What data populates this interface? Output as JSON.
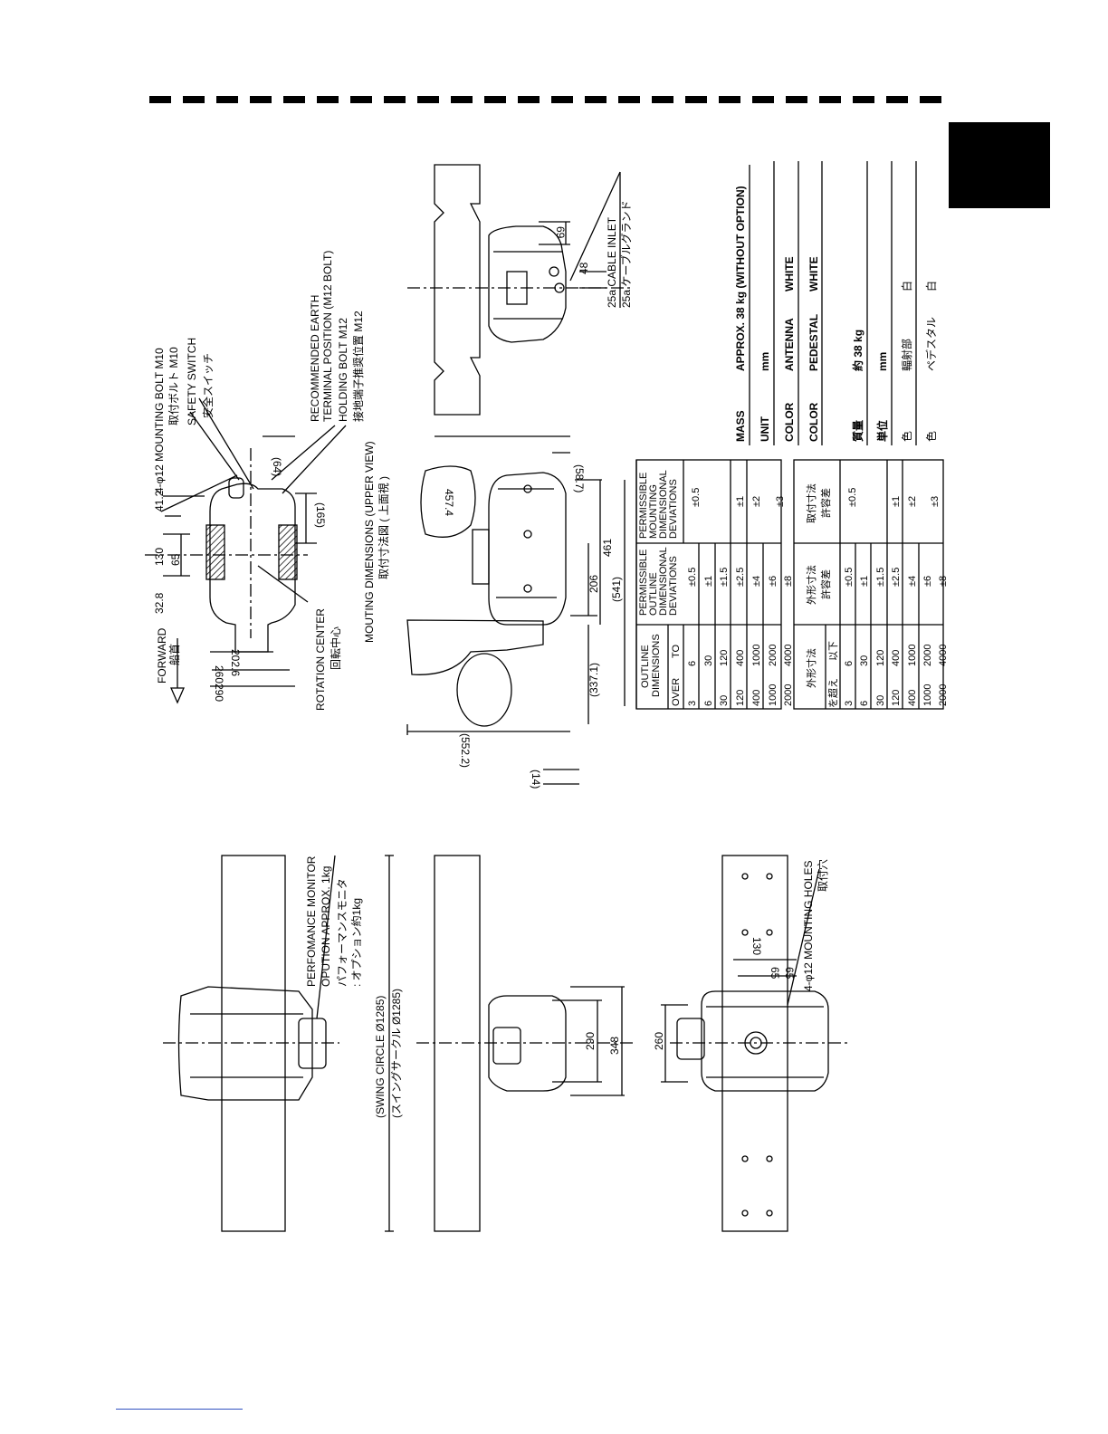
{
  "forward": {
    "en": "FORWARD",
    "jp": "船首"
  },
  "mounting_bolt": {
    "en": "4-φ12  MOUNTING BOLT M10",
    "jp": "取付ボルト M10"
  },
  "safety_switch": {
    "en": "SAFETY SWITCH",
    "jp": "安全スイッチ"
  },
  "earth_terminal": {
    "line1": "RECOMMENDED EARTH",
    "line2": "TERMINAL POSITION (M12 BOLT)",
    "line3": "HOLDING BOLT M12",
    "jp": "接地端子推奨位置 M12"
  },
  "rotation_center": {
    "en": "ROTATION CENTER",
    "jp": "回転中心"
  },
  "mounting_dimensions": {
    "en": "MOUTING DIMENSIONS (UPPER VIEW)",
    "jp": "取付寸法図 ( 上面視 )"
  },
  "cable_inlet": {
    "en": "25a CABLE INLET",
    "jp": "25a ケーブルグランド"
  },
  "performance_monitor": {
    "line1": "PERFOMANCE MONITOR",
    "line2": "OPUTION APPROX. 1kg",
    "jp1": "パフォーマンスモニタ",
    "jp2": ": オプション約1kg"
  },
  "swing_circle": {
    "en": "(SWING CIRCLE  Ø1285)",
    "jp": "(スイングサークル  Ø1285)"
  },
  "mounting_holes": {
    "en": "4-φ12  MOUNTING HOLES",
    "jp": "取付穴"
  },
  "dims_top": {
    "d328": "32.8",
    "d130": "130",
    "d412": "41.2",
    "d65": "65",
    "d64": "(64)",
    "d165": "(165)",
    "d2026": "202.6",
    "d260": "260",
    "d290": "290"
  },
  "dims_side": {
    "d4574": "457.4",
    "d587": "(58.7)",
    "d461": "461",
    "d541": "(541)",
    "d206": "206",
    "d3371": "(337.1)",
    "d5522": "(552.2)"
  },
  "dims_right": {
    "d69": "69",
    "d48": "48"
  },
  "dims_front": {
    "d14": "(14)",
    "d290": "290",
    "d348": "348"
  },
  "dims_bottom": {
    "d130": "130",
    "d65a": "65",
    "d65b": "65",
    "d260": "260"
  },
  "spec": {
    "mass_label": "MASS",
    "mass_value": "APPROX.  38 kg (WITHOUT OPTION)",
    "unit_label": "UNIT",
    "unit_value": "mm",
    "color_label": "COLOR",
    "antenna": "ANTENNA",
    "antenna_color": "WHITE",
    "pedestal": "PEDESTAL",
    "pedestal_color": "WHITE",
    "jp_mass_label": "質量",
    "jp_mass_value": "約  38  kg",
    "jp_unit_label": "単位",
    "jp_unit_value": "mm",
    "jp_color_label": "色",
    "jp_antenna": "輻射部",
    "jp_antenna_color": "白",
    "jp_pedestal": "ペデスタル",
    "jp_pedestal_color": "白"
  },
  "table_en": {
    "h_outline": [
      "OUTLINE",
      "DIMENSIONS"
    ],
    "h_over": "OVER",
    "h_to": "TO",
    "h_perm_outline": [
      "PERMISSIBLE",
      "OUTLINE",
      "DIMENSIONAL",
      "DEVIATIONS"
    ],
    "h_perm_mount": [
      "PERMISSIBLE",
      "MOUNTING",
      "DIMENSIONAL",
      "DEVIATIONS"
    ],
    "rows": [
      [
        "3",
        "6",
        "±0.5"
      ],
      [
        "6",
        "30",
        "±1"
      ],
      [
        "30",
        "120",
        "±1.5"
      ],
      [
        "120",
        "400",
        "±2.5"
      ],
      [
        "400",
        "1000",
        "±4"
      ],
      [
        "1000",
        "2000",
        "±6"
      ],
      [
        "2000",
        "4000",
        "±8"
      ]
    ],
    "mount": [
      "±0.5",
      "±1",
      "±2",
      "±3"
    ]
  },
  "table_jp": {
    "h_outline": "外形寸法",
    "h_over": "を超え",
    "h_to": "以下",
    "h_perm_outline": [
      "外形寸法",
      "許容差"
    ],
    "h_perm_mount": [
      "取付寸法",
      "許容差"
    ],
    "rows": [
      [
        "3",
        "6",
        "±0.5"
      ],
      [
        "6",
        "30",
        "±1"
      ],
      [
        "30",
        "120",
        "±1.5"
      ],
      [
        "120",
        "400",
        "±2.5"
      ],
      [
        "400",
        "1000",
        "±4"
      ],
      [
        "1000",
        "2000",
        "±6"
      ],
      [
        "2000",
        "4000",
        "±8"
      ]
    ],
    "mount": [
      "±0.5",
      "±1",
      "±2",
      "±3"
    ]
  }
}
